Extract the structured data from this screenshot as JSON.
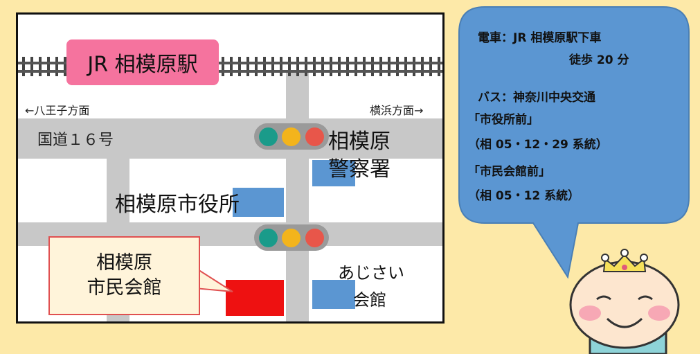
{
  "map": {
    "station": "JR 相模原駅",
    "direction_left": "←八王子方面",
    "direction_right": "横浜方面→",
    "road_name": "国道１６号",
    "police_station": [
      "相模原",
      "警察署"
    ],
    "city_hall": "相模原市役所",
    "civic_hall_callout": [
      "相模原",
      "市民会館"
    ],
    "ajisai_hall": [
      "あじさい",
      "会館"
    ],
    "colors": {
      "background": "#fde9a8",
      "road": "#c8c8c8",
      "station": "#f5739e",
      "building": "#5b96d2",
      "civic_hall": "#ee1111",
      "signal_green": "#1a9b8a",
      "signal_yellow": "#f3b41c",
      "signal_red": "#e8564a"
    }
  },
  "access_info": {
    "train_line_1": "電車：JR 相模原駅下車",
    "train_line_2": "徒歩 20 分",
    "bus_line_1": "バス：神奈川中央交通",
    "bus_stop_1": "「市役所前」",
    "bus_routes_1": "（相 05・12・29 系統）",
    "bus_stop_2": "「市民会館前」",
    "bus_routes_2": "（相 05・12 系統）",
    "bubble_color": "#5b96d2"
  },
  "icons": [
    "traffic-signal-icon",
    "baby-prince-character-icon",
    "crown-icon"
  ]
}
